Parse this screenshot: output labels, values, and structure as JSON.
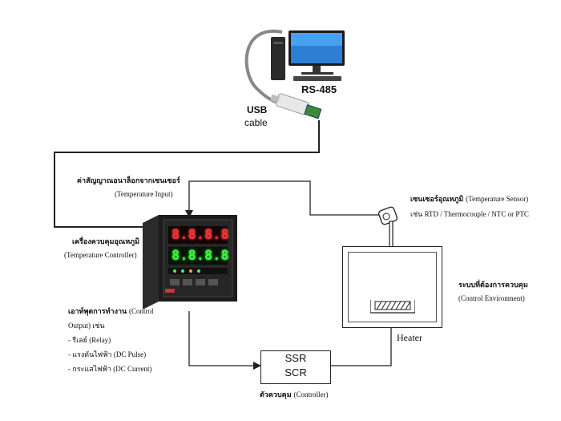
{
  "pc": {
    "usb_label": "USB",
    "cable_label": "cable",
    "rs485_label": "RS-485"
  },
  "input_signal": {
    "thai": "ค่าสัญญาณอนาล็อกจากเซนเซอร์",
    "en": "(Temperature Input)"
  },
  "controller": {
    "thai": "เครื่องควบคุมอุณหภูมิ",
    "en": "(Temperature Controller)",
    "display_top": "8.8.8.8",
    "display_bottom": "8.8.8.8"
  },
  "output": {
    "title_thai": "เอาท์พุตการทำงาน",
    "title_en": "(Control",
    "title_line2": "Output) เช่น",
    "items": [
      "- รีเลย์ (Relay)",
      "- แรงดันไฟฟ้า (DC Pulse)",
      "- กระแสไฟฟ้า (DC Current)"
    ]
  },
  "sensor": {
    "thai": "เซนเซอร์อุณหภูมิ",
    "en": "(Temperature Sensor)",
    "examples": "เช่น RTD / Thermocouple / NTC or PTC"
  },
  "environment": {
    "thai": "ระบบที่ต้องการควบคุม",
    "en": "(Control Environment)",
    "heater_label": "Heater"
  },
  "ssr": {
    "line1": "SSR",
    "line2": "SCR",
    "caption_thai": "ตัวควบคุม",
    "caption_en": "(Controller)"
  }
}
